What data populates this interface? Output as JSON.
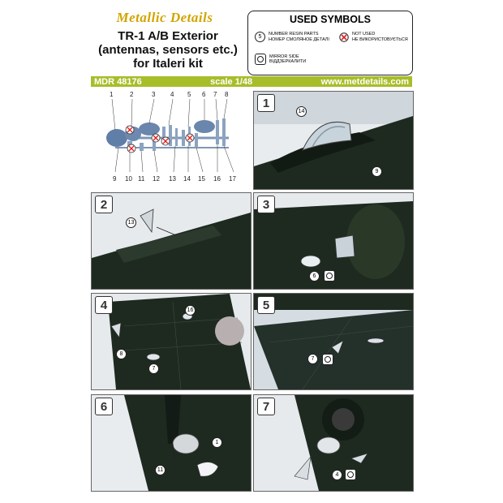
{
  "header": {
    "brand": "Metallic Details",
    "title_lines": [
      "TR-1 A/B Exterior",
      "(antennas, sensors etc.)",
      "for Italeri kit"
    ]
  },
  "symbols": {
    "heading": "USED SYMBOLS",
    "number_symbol": "5",
    "number_text_en": "NUMBER RESIN PARTS",
    "number_text_ru": "НОМЕР СМОЛЯНОЕ ДЕТАЛІ",
    "notused_text_en": "NOT USED",
    "notused_text_ua": "НЕ ВИКОРИСТОВУЄТЬСЯ",
    "mirror_text_en": "MIRROR SIDE",
    "mirror_text_ua": "ВІДДЗЕРКАЛИТИ"
  },
  "banner": {
    "code": "MDR 48176",
    "scale": "scale 1/48",
    "url": "www.metdetails.com"
  },
  "parts_top_numbers": [
    "1",
    "2",
    "3",
    "4",
    "5",
    "6",
    "7",
    "8"
  ],
  "parts_bottom_numbers": [
    "9",
    "10",
    "11",
    "12",
    "13",
    "14",
    "15",
    "16",
    "17"
  ],
  "steps": [
    {
      "label": "1",
      "callouts": [
        "14",
        "9"
      ]
    },
    {
      "label": "2",
      "callouts": [
        "13"
      ]
    },
    {
      "label": "3",
      "callouts": [
        "6"
      ]
    },
    {
      "label": "4",
      "callouts": [
        "16",
        "8",
        "7"
      ]
    },
    {
      "label": "5",
      "callouts": [
        "7"
      ]
    },
    {
      "label": "6",
      "callouts": [
        "1",
        "11"
      ]
    },
    {
      "label": "7",
      "callouts": [
        "4"
      ]
    }
  ],
  "colors": {
    "brand": "#d2a400",
    "banner": "#a8bd2a",
    "aircraft": "#1e2a20"
  }
}
